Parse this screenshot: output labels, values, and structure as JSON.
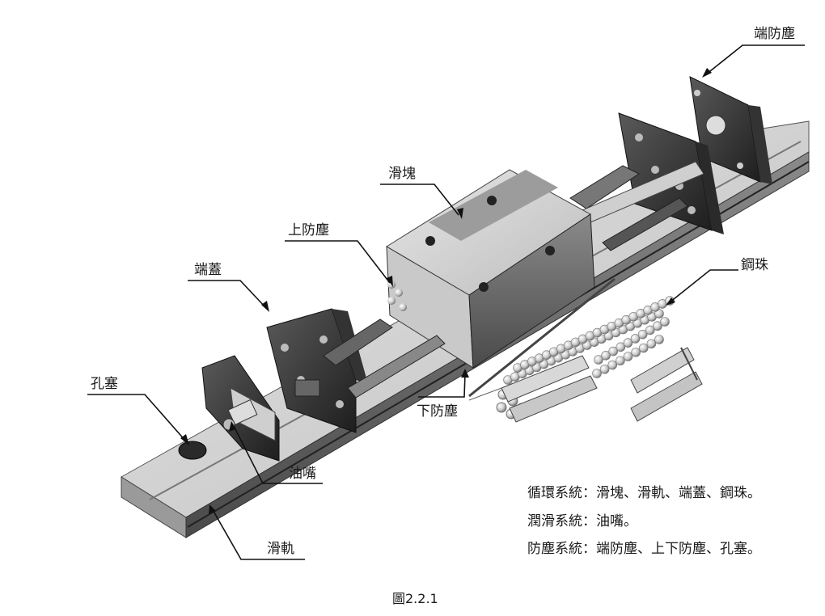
{
  "labels": {
    "end_seal_right": "端防塵",
    "block": "滑塊",
    "top_seal": "上防塵",
    "end_cap": "端蓋",
    "steel_ball": "鋼珠",
    "hole_plug": "孔塞",
    "bottom_seal": "下防塵",
    "grease_nipple": "油嘴",
    "rail": "滑軌"
  },
  "legend": [
    "循環系統：滑塊、滑軌、端蓋、鋼珠。",
    "潤滑系統：油嘴。",
    "防塵系統：端防塵、上下防塵、孔塞。"
  ],
  "caption": "圖2.2.1"
}
